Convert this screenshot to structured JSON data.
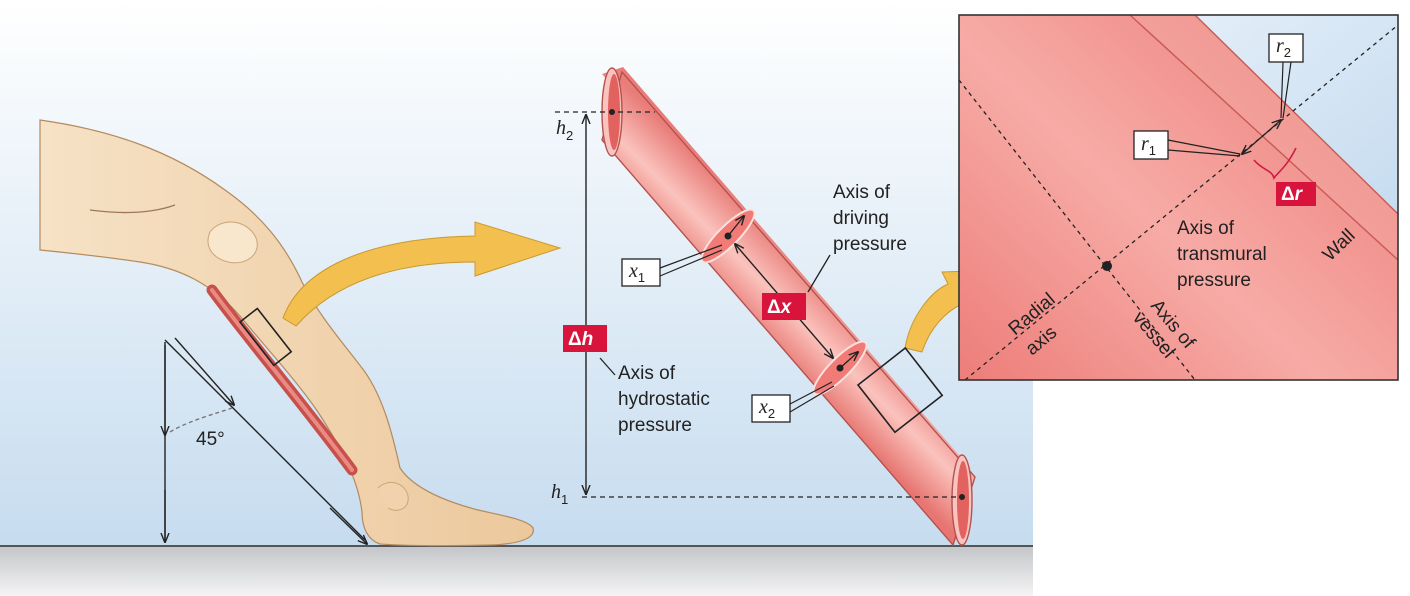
{
  "angle_label": "45°",
  "labels": {
    "h2": {
      "base": "h",
      "sub": "2"
    },
    "h1": {
      "base": "h",
      "sub": "1"
    },
    "x1": {
      "base": "x",
      "sub": "1"
    },
    "x2": {
      "base": "x",
      "sub": "2"
    },
    "r1": {
      "base": "r",
      "sub": "1"
    },
    "r2": {
      "base": "r",
      "sub": "2"
    }
  },
  "badges": {
    "delta_h": {
      "symbol": "Δ",
      "var": "h"
    },
    "delta_x": {
      "symbol": "Δ",
      "var": "x"
    },
    "delta_r": {
      "symbol": "Δ",
      "var": "r"
    }
  },
  "text": {
    "driving": [
      "Axis of",
      "driving",
      "pressure"
    ],
    "hydrostatic": [
      "Axis of",
      "hydrostatic",
      "pressure"
    ],
    "transmural": [
      "Axis of",
      "transmural",
      "pressure"
    ],
    "radial": [
      "Radial",
      "axis"
    ],
    "vessel": [
      "Axis of",
      "vessel"
    ],
    "wall": "Wall"
  },
  "colors": {
    "badge": "#d8143c",
    "arrow": "#f3bf4f",
    "vessel": "#ef8d8a",
    "skin": "#f4dcbc",
    "floor": "#c9cbce",
    "background_blue": "#cfe1f1"
  }
}
